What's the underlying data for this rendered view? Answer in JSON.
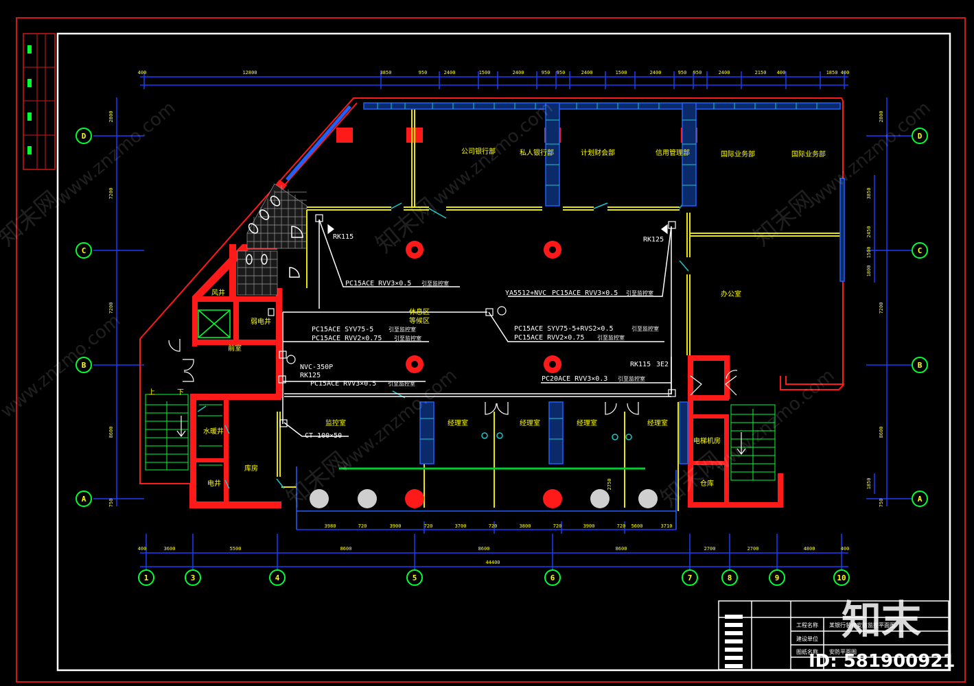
{
  "colors": {
    "background": "#000000",
    "sheet_border": "#d01818",
    "frame": "#ffffff",
    "dimension": "#1a3cff",
    "wall": "#ff1a1a",
    "partition": "#e8e800",
    "cable": "#ffffff",
    "glass": "#2060ff",
    "grid_bubble": "#00ff33",
    "label": "#ffff00"
  },
  "axes": {
    "letters": [
      "D",
      "C",
      "B",
      "A"
    ],
    "numbers": [
      "1",
      "3",
      "4",
      "5",
      "6",
      "7",
      "8",
      "9",
      "10"
    ]
  },
  "dimensions": {
    "top": [
      "400",
      "12800",
      "3850",
      "950",
      "2400",
      "1500",
      "2400",
      "950",
      "950",
      "2400",
      "1500",
      "2400",
      "950",
      "950",
      "2400",
      "2150",
      "400",
      "1850",
      "400"
    ],
    "bottom_inner": [
      "3980",
      "720",
      "3900",
      "720",
      "3700",
      "720",
      "3800",
      "720",
      "3900",
      "720",
      "5600",
      "3710"
    ],
    "bottom": [
      "400",
      "3600",
      "5500",
      "8600",
      "8600",
      "8600",
      "2700",
      "2700",
      "4800",
      "400"
    ],
    "overall": "44400",
    "left": [
      "2800",
      "7200",
      "7200",
      "8600",
      "750"
    ],
    "right": [
      "2800",
      "3850",
      "2450",
      "1500",
      "1800",
      "7200",
      "8600",
      "1850",
      "750"
    ],
    "local": "2750"
  },
  "rooms": {
    "company_bank": "公司银行部",
    "private_bank": "私人银行部",
    "planning_finance": "计划财会部",
    "credit_mgmt": "信用管理部",
    "intl_business_1": "国际业务部",
    "intl_business_2": "国际业务部",
    "office": "办公室",
    "monitor_room": "监控室",
    "manager_1": "经理室",
    "manager_2": "经理室",
    "manager_3": "经理室",
    "manager_4": "经理室",
    "wind_shaft": "风井",
    "weak_shaft": "弱电井",
    "front_room": "前室",
    "water_shaft": "水暖井",
    "storage": "库房",
    "elec_shaft": "电井",
    "elec_machine": "电梯机房",
    "warehouse": "仓库",
    "up": "上",
    "down": "下",
    "lounge": "休息区",
    "waiting": "等候区"
  },
  "cables": {
    "rk115_top": "RK115",
    "rk125_top": "RK125",
    "c1": "PC15ACE RVV3×0.5",
    "c1_tail": "引至监控室",
    "c2": "YA5512+NVC",
    "c2b": "PC15ACE RVV3×0.5",
    "c2_tail": "引至监控室",
    "c3a": "PC15ACE SYV75-5",
    "c3a_tail": "引至监控室",
    "c3b": "PC15ACE RVV2×0.75",
    "c3b_tail": "引至监控室",
    "c4a": "PC15ACE SYV75-5+RVS2×0.5",
    "c4a_tail": "引至监控室",
    "c4b": "PC15ACE RVV2×0.75",
    "c4b_tail": "引至监控室",
    "nvc": "NVC-350P",
    "rk125_left": "RK125",
    "c5": "PC15ACE RVV3×0.5",
    "c5_tail": "引至监控室",
    "rk115_right": "RK115",
    "rk_right_extra": "3E2",
    "c6": "PC20ACE RVV3×0.3",
    "c6_tail": "引至监控室",
    "ct": "CT 100×50"
  },
  "title_block": {
    "project_name_label": "工程名称",
    "project_name_value": "某银行装修安防监控平面图",
    "client_label": "建设单位",
    "drawing_label": "图纸名称",
    "drawing_value": "安防平面图"
  },
  "watermark": {
    "site": "www.znzmo.com",
    "brand": "知末网",
    "logo": "知末",
    "id": "ID: 581900921"
  }
}
